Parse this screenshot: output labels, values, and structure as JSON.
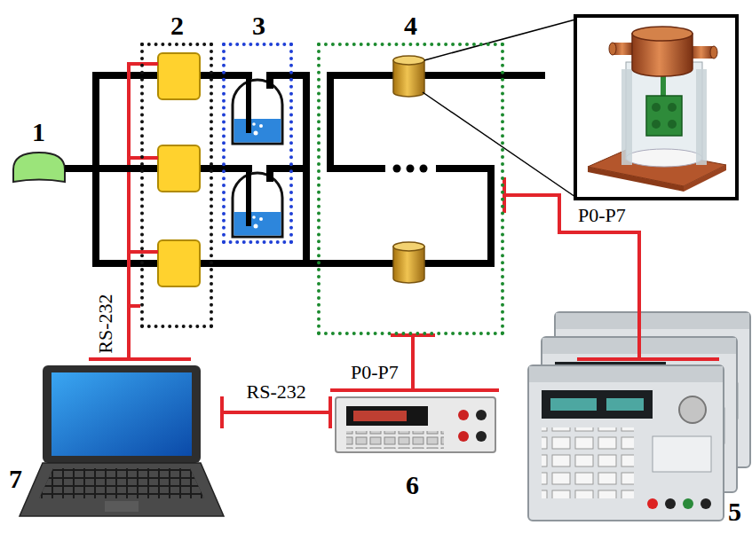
{
  "diagram": {
    "nodes": [
      {
        "text": [
          "1"
        ]
      },
      {
        "text": [
          "2"
        ]
      },
      {
        "text": [
          "3"
        ]
      },
      {
        "text": [
          "4"
        ]
      },
      {
        "text": [
          "7"
        ]
      },
      {
        "text": [
          "6"
        ]
      },
      {
        "text": [
          "5"
        ]
      }
    ],
    "edges": [
      {
        "from": 0,
        "to": 1,
        "arrow": "none"
      },
      {
        "from": 4,
        "to": 1,
        "label": "RS-232",
        "arrow": "none"
      },
      {
        "from": 4,
        "to": 5,
        "label": "RS-232",
        "arrow": "none"
      },
      {
        "from": 5,
        "to": 3,
        "label": "P0-P7",
        "arrow": "none"
      },
      {
        "from": 6,
        "to": 3,
        "label": "P0-P7",
        "arrow": "none"
      }
    ]
  }
}
